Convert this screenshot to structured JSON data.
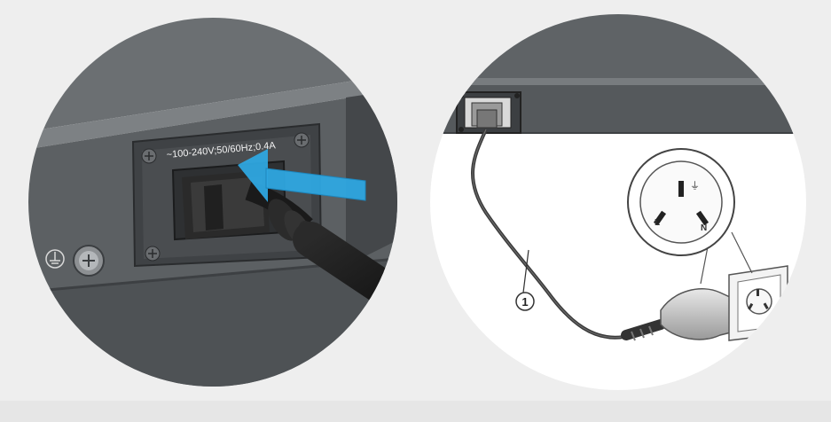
{
  "figure": {
    "left_panel": {
      "rating_label": "~100-240V;50/60Hz;0.4A"
    },
    "right_panel": {
      "callout_number": "1",
      "outlet_ground_label": "⏚",
      "outlet_live_label": "L",
      "outlet_neutral_label": "N"
    }
  },
  "colors": {
    "device_body": "#5f6366",
    "device_dark": "#4a4d50",
    "arrow_blue": "#2ea6e0",
    "background": "#eeeeee",
    "circle_fill": "#ffffff"
  },
  "icons": {
    "ground_symbol": "ground-icon",
    "screw": "screw-icon",
    "arrow": "insert-arrow-icon"
  }
}
